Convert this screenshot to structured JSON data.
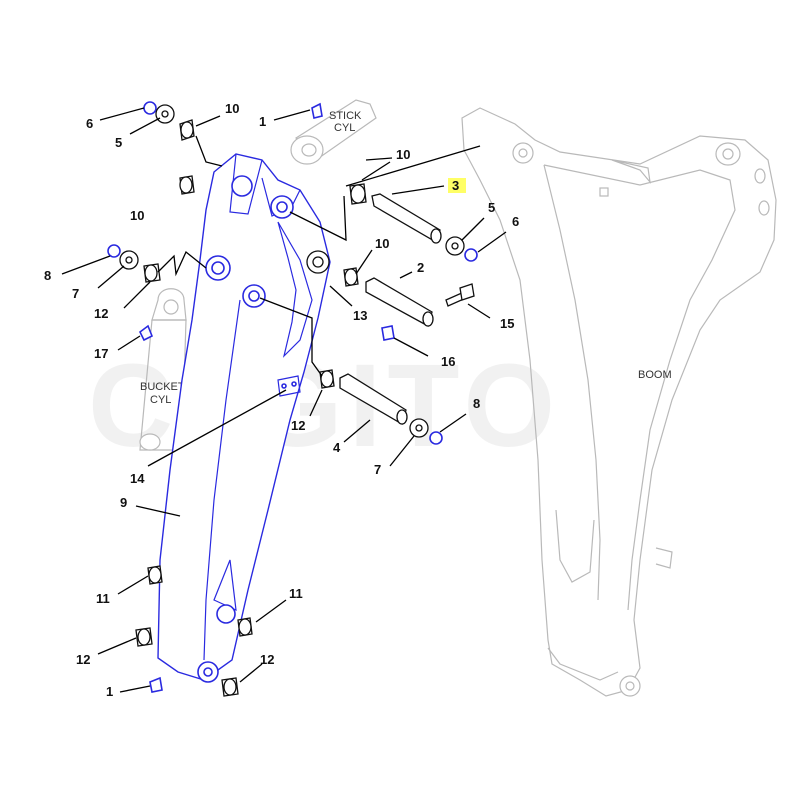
{
  "watermark": "C3GITO",
  "labels": {
    "stick_cyl_line1": "STICK",
    "stick_cyl_line2": "CYL",
    "bucket_cyl_line1": "BUCKET",
    "bucket_cyl_line2": "CYL",
    "boom": "BOOM"
  },
  "callouts": [
    {
      "key": "c6a",
      "text": "6"
    },
    {
      "key": "c5a",
      "text": "5"
    },
    {
      "key": "c10a",
      "text": "10"
    },
    {
      "key": "c1a",
      "text": "1"
    },
    {
      "key": "c10b",
      "text": "10"
    },
    {
      "key": "c3",
      "text": "3",
      "highlighted": true
    },
    {
      "key": "c10c",
      "text": "10"
    },
    {
      "key": "c5b",
      "text": "5"
    },
    {
      "key": "c6b",
      "text": "6"
    },
    {
      "key": "c8a",
      "text": "8"
    },
    {
      "key": "c10d",
      "text": "10"
    },
    {
      "key": "c2",
      "text": "2"
    },
    {
      "key": "c7a",
      "text": "7"
    },
    {
      "key": "c12a",
      "text": "12"
    },
    {
      "key": "c13",
      "text": "13"
    },
    {
      "key": "c15",
      "text": "15"
    },
    {
      "key": "c17",
      "text": "17"
    },
    {
      "key": "c16",
      "text": "16"
    },
    {
      "key": "c12b",
      "text": "12"
    },
    {
      "key": "c8b",
      "text": "8"
    },
    {
      "key": "c4",
      "text": "4"
    },
    {
      "key": "c7b",
      "text": "7"
    },
    {
      "key": "c14",
      "text": "14"
    },
    {
      "key": "c9",
      "text": "9"
    },
    {
      "key": "c11a",
      "text": "11"
    },
    {
      "key": "c11b",
      "text": "11"
    },
    {
      "key": "c12c",
      "text": "12"
    },
    {
      "key": "c12d",
      "text": "12"
    },
    {
      "key": "c1b",
      "text": "1"
    }
  ],
  "colors": {
    "stick_outline": "#2a2ae0",
    "boom_outline": "#b9b9b9",
    "callout_highlight": "#ffff66",
    "ink": "#111111"
  }
}
